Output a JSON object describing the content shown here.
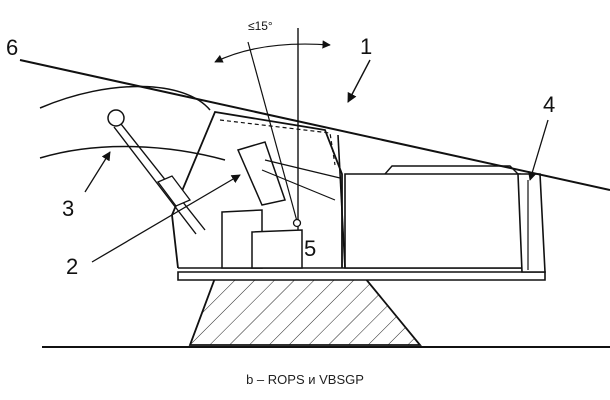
{
  "figure": {
    "angle_label": "≤15°",
    "caption": "b – ROPS и VBSGP",
    "callouts": {
      "one": "1",
      "two": "2",
      "three": "3",
      "four": "4",
      "five": "5",
      "six": "6"
    },
    "colors": {
      "line": "#111111",
      "background": "#ffffff"
    }
  }
}
